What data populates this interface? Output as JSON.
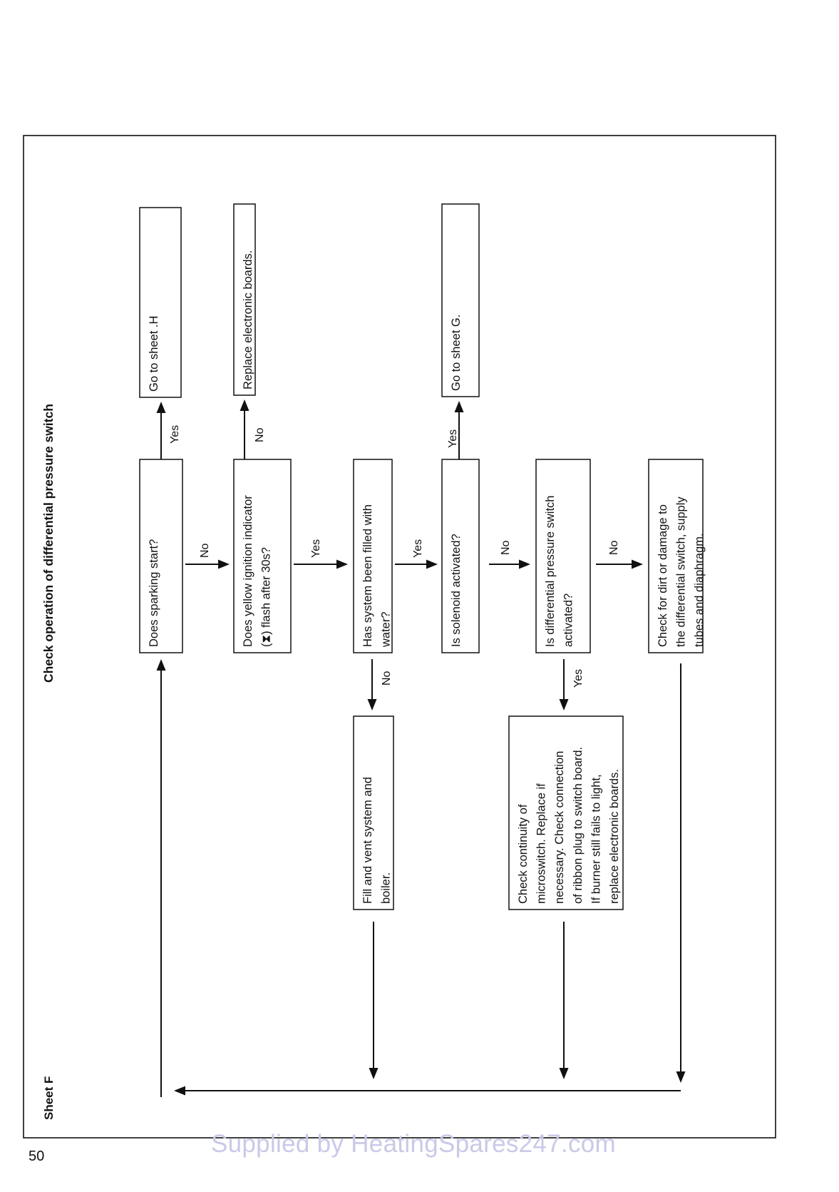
{
  "title": "Check operation of differential pressure switch",
  "sheet_label": "Sheet F",
  "page_number": "50",
  "watermark": "Supplied by HeatingSpares247.com",
  "nodes": {
    "sparking": {
      "lines": [
        "Does sparking start?"
      ]
    },
    "go_h": {
      "lines": [
        "Go to sheet .H"
      ]
    },
    "yellow": {
      "lines": [
        "Does yellow ignition indicator",
        "(⧗) flash after 30s?"
      ]
    },
    "replace_boards": {
      "lines": [
        "Replace electronic boards."
      ]
    },
    "filled": {
      "lines": [
        "Has system been filled with",
        "water?"
      ]
    },
    "fill_vent": {
      "lines": [
        "Fill and vent system and",
        "boiler."
      ]
    },
    "solenoid": {
      "lines": [
        "Is solenoid activated?"
      ]
    },
    "go_g": {
      "lines": [
        "Go to sheet G."
      ]
    },
    "diff": {
      "lines": [
        "Is differential pressure switch",
        "activated?"
      ]
    },
    "continuity": {
      "lines": [
        "Check continuity of",
        "microswitch. Replace if",
        "necessary. Check connection",
        "of ribbon plug to switch board.",
        "If burner still fails to light,",
        "replace electronic boards."
      ]
    },
    "dirt": {
      "lines": [
        "Check for dirt or damage to",
        "the differential switch, supply",
        "tubes and diaphragm."
      ]
    }
  },
  "edge_labels": {
    "yes": "Yes",
    "no": "No"
  }
}
